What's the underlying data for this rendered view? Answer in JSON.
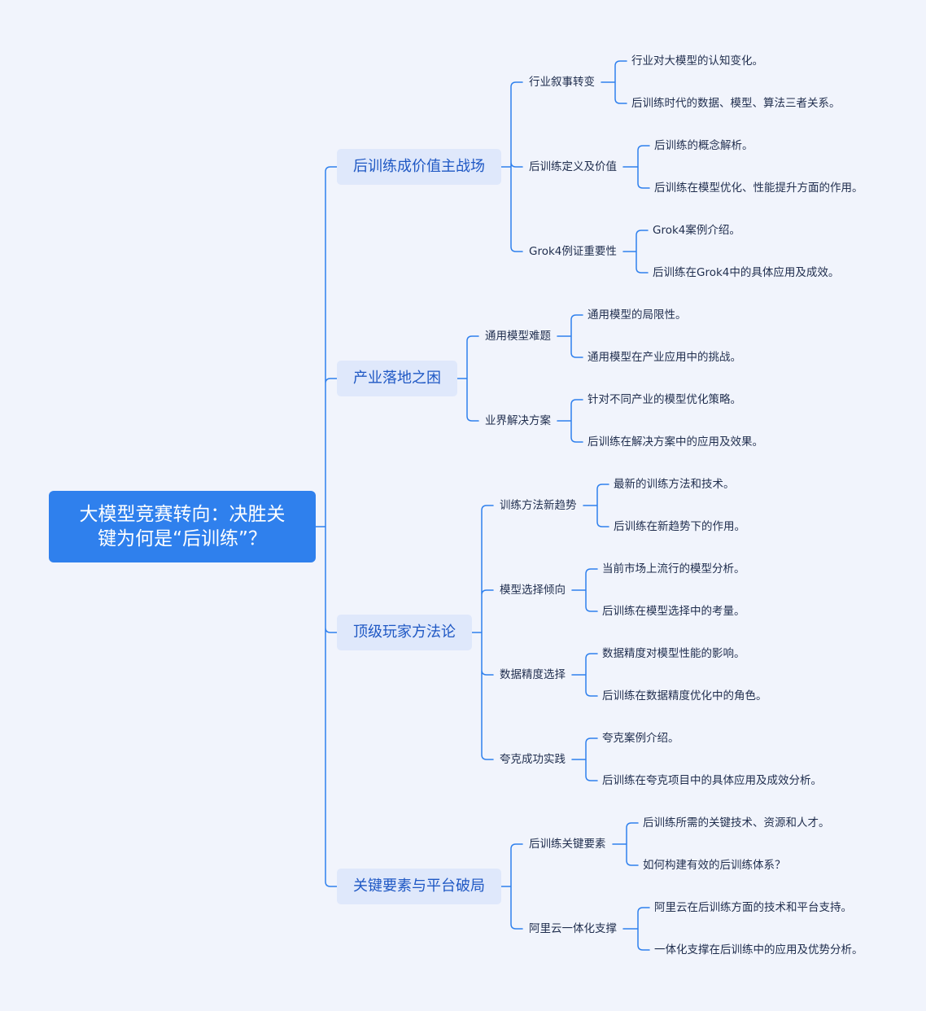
{
  "root": {
    "line1": "大模型竞赛转向：决胜关",
    "line2": "键为何是“后训练”？"
  },
  "branches": [
    {
      "label": "后训练成价值主战场",
      "children": [
        {
          "label": "行业叙事转变",
          "details": [
            "行业对大模型的认知变化。",
            "后训练时代的数据、模型、算法三者关系。"
          ]
        },
        {
          "label": "后训练定义及价值",
          "details": [
            "后训练的概念解析。",
            "后训练在模型优化、性能提升方面的作用。"
          ]
        },
        {
          "label": "Grok4例证重要性",
          "details": [
            "Grok4案例介绍。",
            "后训练在Grok4中的具体应用及成效。"
          ]
        }
      ]
    },
    {
      "label": "产业落地之困",
      "children": [
        {
          "label": "通用模型难题",
          "details": [
            "通用模型的局限性。",
            "通用模型在产业应用中的挑战。"
          ]
        },
        {
          "label": "业界解决方案",
          "details": [
            "针对不同产业的模型优化策略。",
            "后训练在解决方案中的应用及效果。"
          ]
        }
      ]
    },
    {
      "label": "顶级玩家方法论",
      "children": [
        {
          "label": "训练方法新趋势",
          "details": [
            "最新的训练方法和技术。",
            "后训练在新趋势下的作用。"
          ]
        },
        {
          "label": "模型选择倾向",
          "details": [
            "当前市场上流行的模型分析。",
            "后训练在模型选择中的考量。"
          ]
        },
        {
          "label": "数据精度选择",
          "details": [
            "数据精度对模型性能的影响。",
            "后训练在数据精度优化中的角色。"
          ]
        },
        {
          "label": "夸克成功实践",
          "details": [
            "夸克案例介绍。",
            "后训练在夸克项目中的具体应用及成效分析。"
          ]
        }
      ]
    },
    {
      "label": "关键要素与平台破局",
      "children": [
        {
          "label": "后训练关键要素",
          "details": [
            "后训练所需的关键技术、资源和人才。",
            "如何构建有效的后训练体系？"
          ]
        },
        {
          "label": "阿里云一体化支撑",
          "details": [
            "阿里云在后训练方面的技术和平台支持。",
            "一体化支撑在后训练中的应用及优势分析。"
          ]
        }
      ]
    }
  ],
  "colors": {
    "background": "#f1f4fc",
    "root_fill": "#2f80ed",
    "branch_fill": "#dfe8fb",
    "branch_text": "#1f58c4",
    "connector": "#2f80ed",
    "leaf_text": "#1f2d4d"
  }
}
